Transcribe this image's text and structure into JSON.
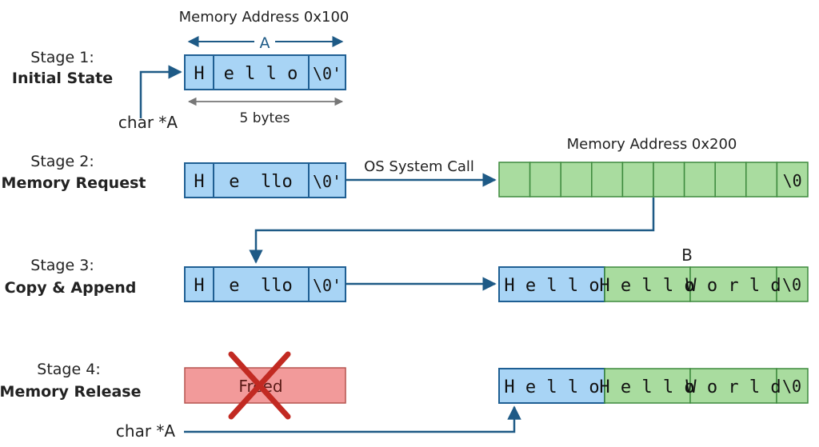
{
  "stages": [
    {
      "title": "Stage 1:",
      "subtitle": "Initial State"
    },
    {
      "title": "Stage 2:",
      "subtitle": "Memory Request"
    },
    {
      "title": "Stage 3:",
      "subtitle": "Copy & Append"
    },
    {
      "title": "Stage 4:",
      "subtitle": "Memory Release"
    }
  ],
  "labels": {
    "addr_a": "Memory Address 0x100",
    "buffer_a_name": "A",
    "size": "5 bytes",
    "pointer": "char *A",
    "syscall": "OS System Call",
    "addr_b": "Memory Address 0x200",
    "buffer_b_name": "B",
    "freed": "Freed"
  },
  "buffers": {
    "stage1_a": [
      "H",
      "e l l o",
      "\\0'"
    ],
    "stage2_a": [
      "H",
      "e  llo",
      "\\0'"
    ],
    "stage3_a": [
      "H",
      "e  llo",
      "\\0'"
    ],
    "stage2_b_cells": [
      "",
      "",
      "",
      "",
      "",
      "",
      "",
      "",
      "",
      "\\0"
    ],
    "stage3_b": [
      "H e l l o",
      "H e l l o",
      "W o r l d",
      "\\0"
    ],
    "stage4_b": [
      "H e l l o",
      "H e l l o",
      "W o r l d",
      "\\0"
    ]
  },
  "colors": {
    "buffer_a": "#a8d4f5",
    "buffer_b": "#a9dc9f",
    "freed": "#f29a9a",
    "cross": "#c22a22",
    "arrow": "#1e5a86"
  },
  "icons": {
    "freed_mark": "x-cross-icon"
  }
}
